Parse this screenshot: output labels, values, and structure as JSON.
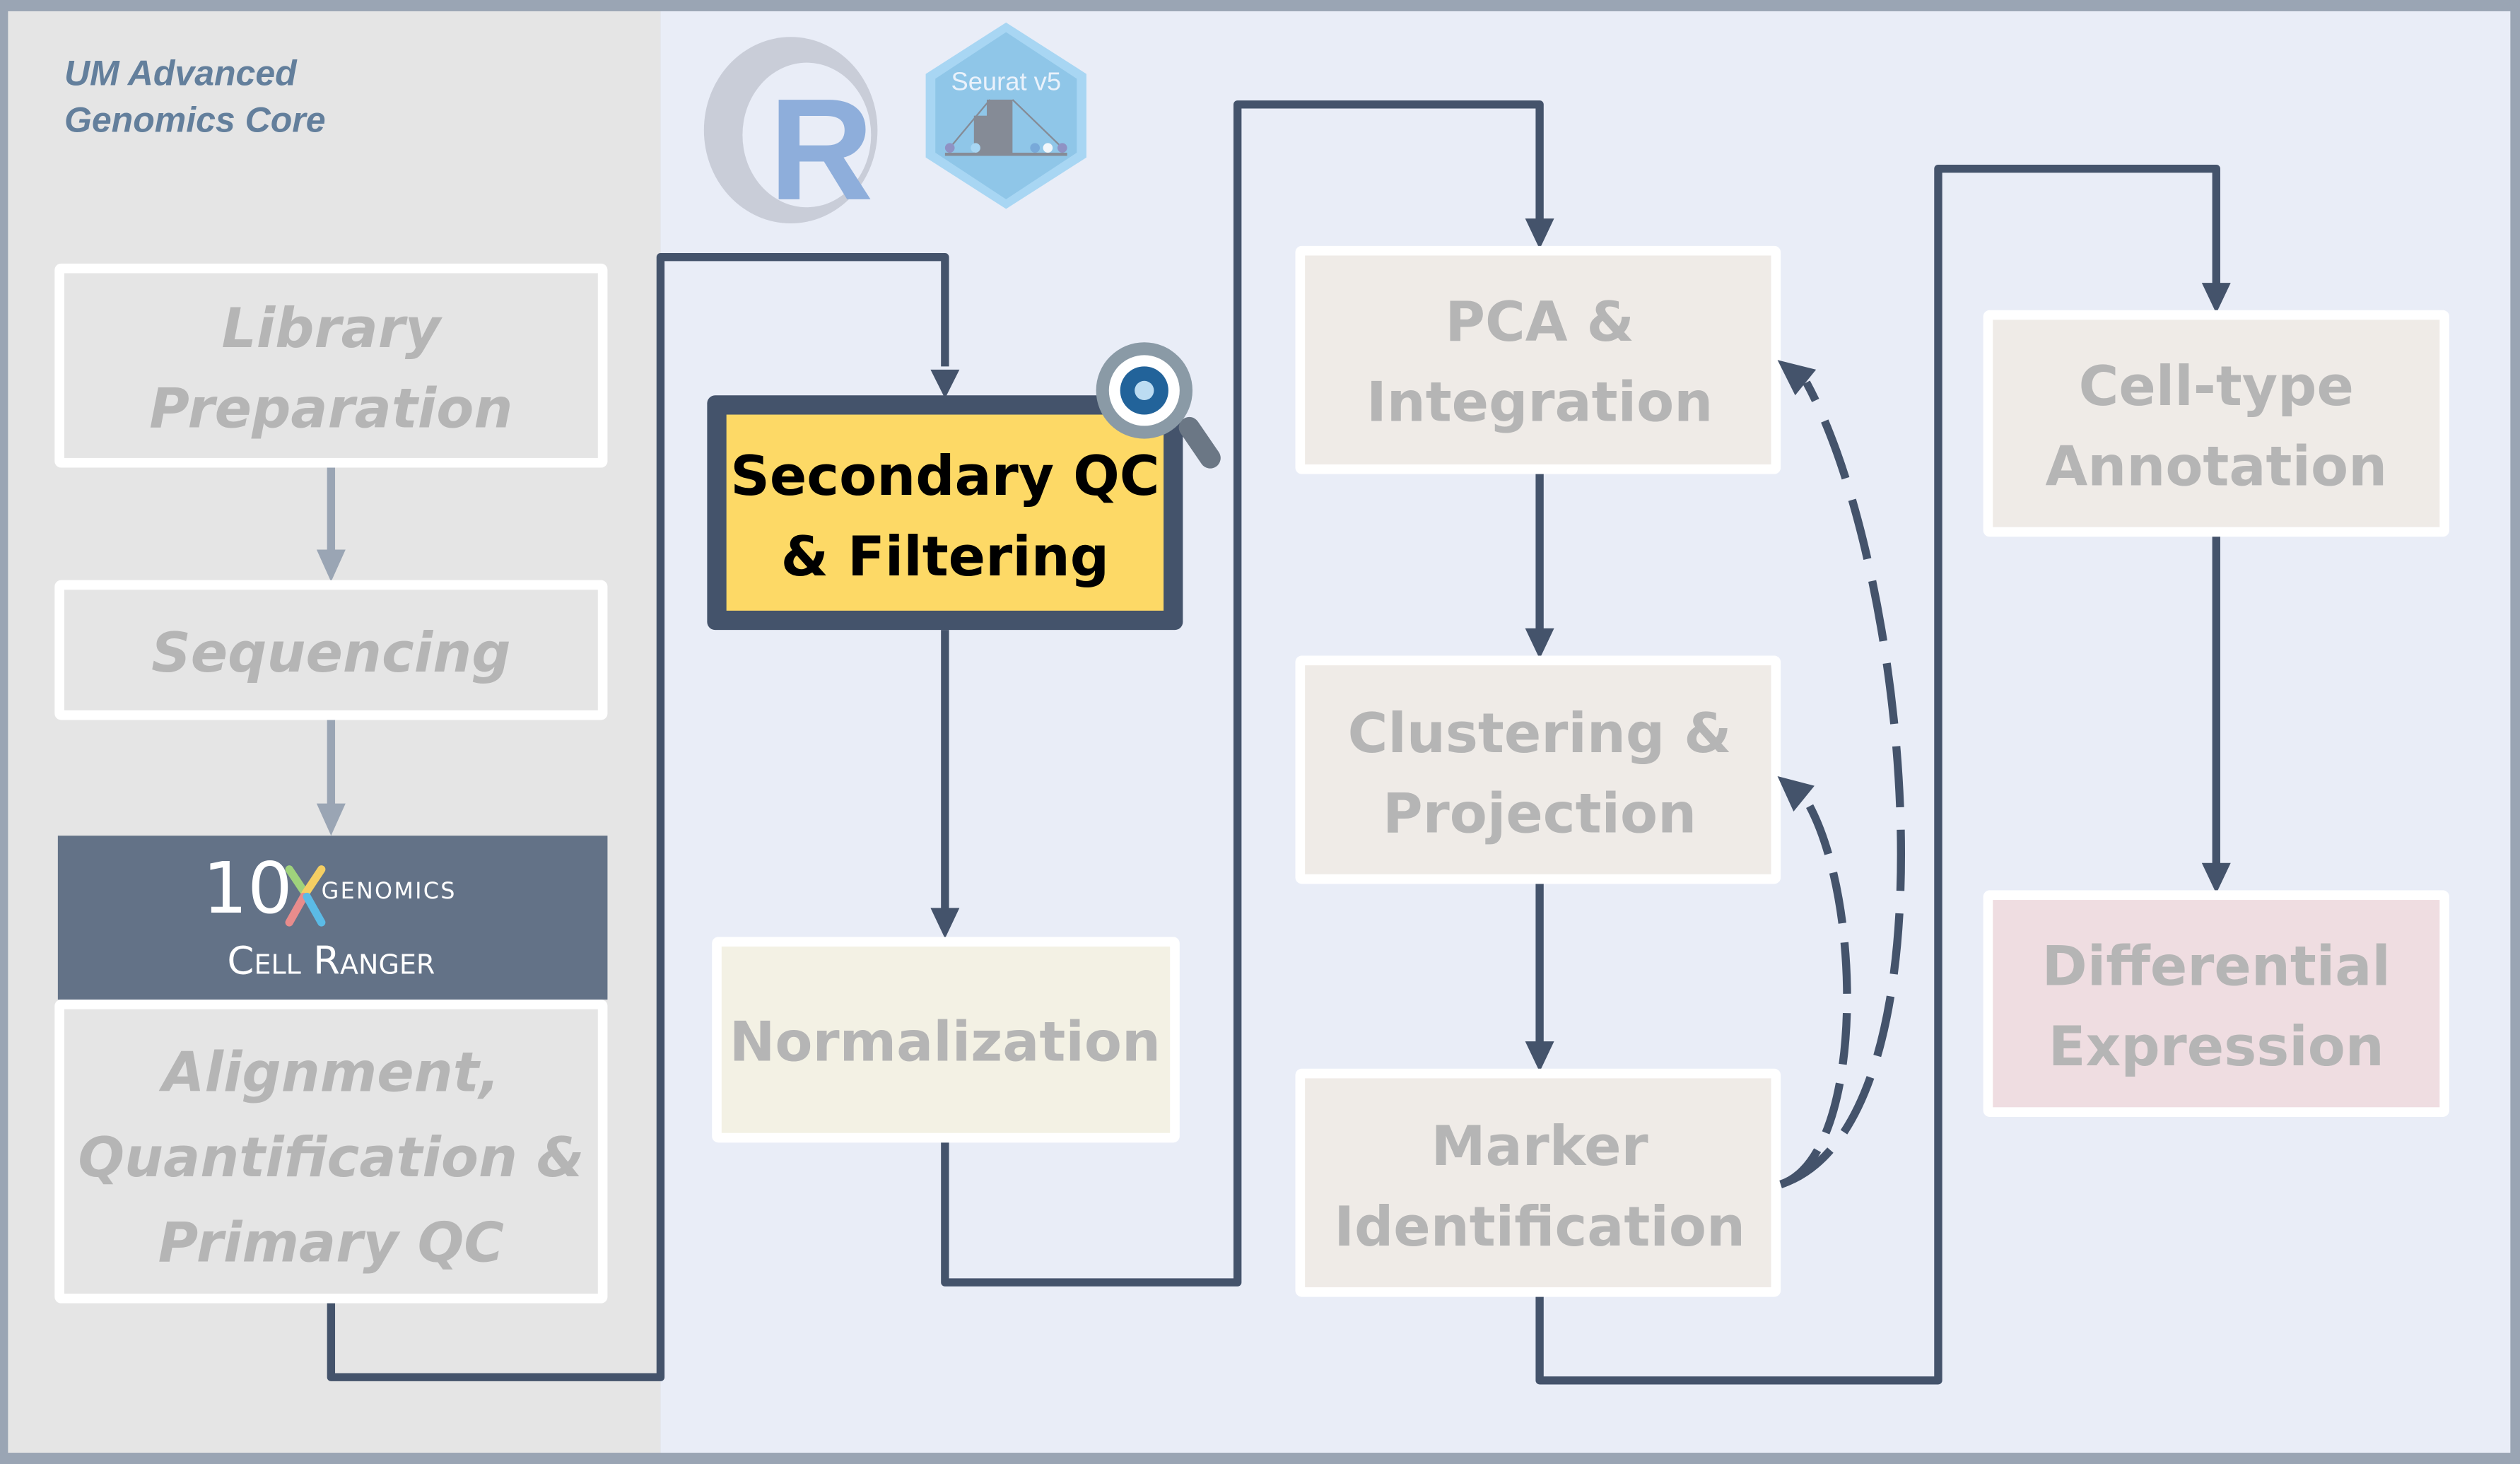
{
  "organization": {
    "line1": "UM Advanced",
    "line2": "Genomics Core"
  },
  "logos": {
    "r_logo": "R",
    "seurat_badge": "Seurat v5",
    "tenx_number": "10",
    "tenx_x": "X",
    "tenx_word": "GENOMICS",
    "cellranger": "Cell Ranger"
  },
  "colors": {
    "frame": "#9aa5b4",
    "left_panel": "#e5e5e5",
    "right_panel": "#e9edf7",
    "connector_dark": "#44536b",
    "connector_light": "#9aa5b4",
    "active_fill": "#fdd966",
    "active_border": "#44536b",
    "cellranger_fill": "#637287",
    "box_neutral": "#efebe7",
    "box_normalization": "#f3f1e4",
    "box_differential": "#efdde1",
    "box_upstream": "#e5e5e5",
    "text_muted": "#b5b5b5"
  },
  "steps": {
    "library_prep": {
      "line1": "Library",
      "line2": "Preparation"
    },
    "sequencing": {
      "line1": "Sequencing"
    },
    "alignment": {
      "line1": "Alignment,",
      "line2": "Quantification &",
      "line3": "Primary QC"
    },
    "secondary_qc": {
      "line1": "Secondary QC",
      "line2": "& Filtering"
    },
    "normalization": {
      "line1": "Normalization"
    },
    "pca": {
      "line1": "PCA &",
      "line2": "Integration"
    },
    "clustering": {
      "line1": "Clustering &",
      "line2": "Projection"
    },
    "marker": {
      "line1": "Marker",
      "line2": "Identification"
    },
    "celltype": {
      "line1": "Cell-type",
      "line2": "Annotation"
    },
    "differential": {
      "line1": "Differential",
      "line2": "Expression"
    }
  },
  "active_step": "secondary_qc"
}
